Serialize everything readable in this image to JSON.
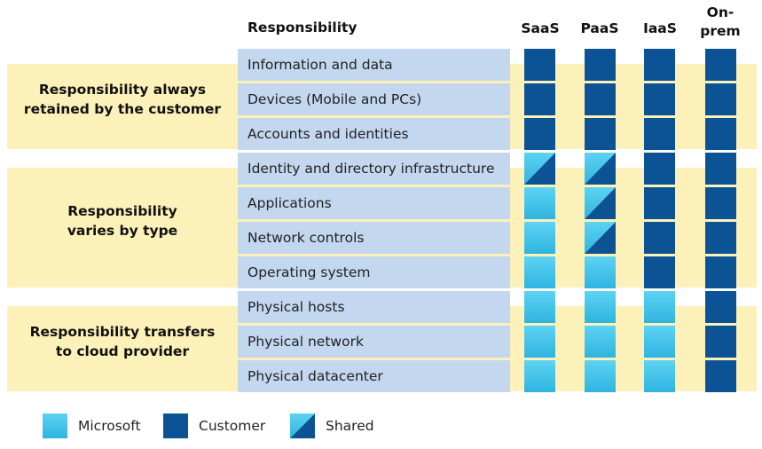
{
  "header": {
    "responsibility": "Responsibility",
    "columns": [
      "SaaS",
      "PaaS",
      "IaaS",
      "On-\nprem"
    ]
  },
  "groups": [
    {
      "label": "Responsibility always retained by the customer",
      "label_lines": [
        "Responsibility always",
        "retained by the customer"
      ]
    },
    {
      "label": "Responsibility varies by type",
      "label_lines": [
        "Responsibility",
        "varies by type"
      ]
    },
    {
      "label": "Responsibility transfers to cloud provider",
      "label_lines": [
        "Responsibility transfers",
        "to cloud provider"
      ]
    }
  ],
  "rows": [
    {
      "label": "Information and data",
      "cells": [
        "Customer",
        "Customer",
        "Customer",
        "Customer"
      ]
    },
    {
      "label": "Devices (Mobile and PCs)",
      "cells": [
        "Customer",
        "Customer",
        "Customer",
        "Customer"
      ]
    },
    {
      "label": "Accounts and identities",
      "cells": [
        "Customer",
        "Customer",
        "Customer",
        "Customer"
      ]
    },
    {
      "label": "Identity and directory infrastructure",
      "cells": [
        "Shared",
        "Shared",
        "Customer",
        "Customer"
      ]
    },
    {
      "label": "Applications",
      "cells": [
        "Microsoft",
        "Shared",
        "Customer",
        "Customer"
      ]
    },
    {
      "label": "Network controls",
      "cells": [
        "Microsoft",
        "Shared",
        "Customer",
        "Customer"
      ]
    },
    {
      "label": "Operating system",
      "cells": [
        "Microsoft",
        "Microsoft",
        "Customer",
        "Customer"
      ]
    },
    {
      "label": "Physical hosts",
      "cells": [
        "Microsoft",
        "Microsoft",
        "Microsoft",
        "Customer"
      ]
    },
    {
      "label": "Physical network",
      "cells": [
        "Microsoft",
        "Microsoft",
        "Microsoft",
        "Customer"
      ]
    },
    {
      "label": "Physical datacenter",
      "cells": [
        "Microsoft",
        "Microsoft",
        "Microsoft",
        "Customer"
      ]
    }
  ],
  "legend": [
    {
      "label": "Microsoft",
      "type": "Microsoft"
    },
    {
      "label": "Customer",
      "type": "Customer"
    },
    {
      "label": "Shared",
      "type": "Shared"
    }
  ],
  "colors": {
    "microsoft_top": "#5dd3f3",
    "microsoft_bottom": "#2fb4e0",
    "customer": "#0b5394",
    "band": "#fcf1b8",
    "row_label_bg": "#c3d7ef"
  }
}
